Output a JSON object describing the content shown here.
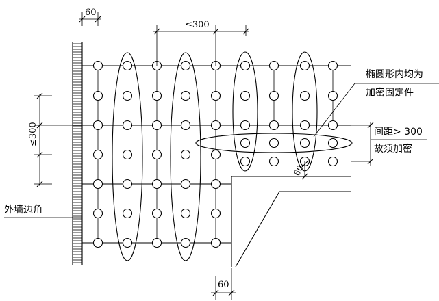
{
  "dim_top_spacing": "≤300",
  "dim_left_spacing": "≤300",
  "dim_top_edge": "60",
  "dim_bottom_edge": "60",
  "dim_corner_edge": "60",
  "note_ellipse_line1": "椭圆形内均为",
  "note_ellipse_line2": "加密固定件",
  "note_spacing_line1": "间距> 300",
  "note_spacing_line2": "故须加密",
  "note_wall_corner": "外墙边角"
}
